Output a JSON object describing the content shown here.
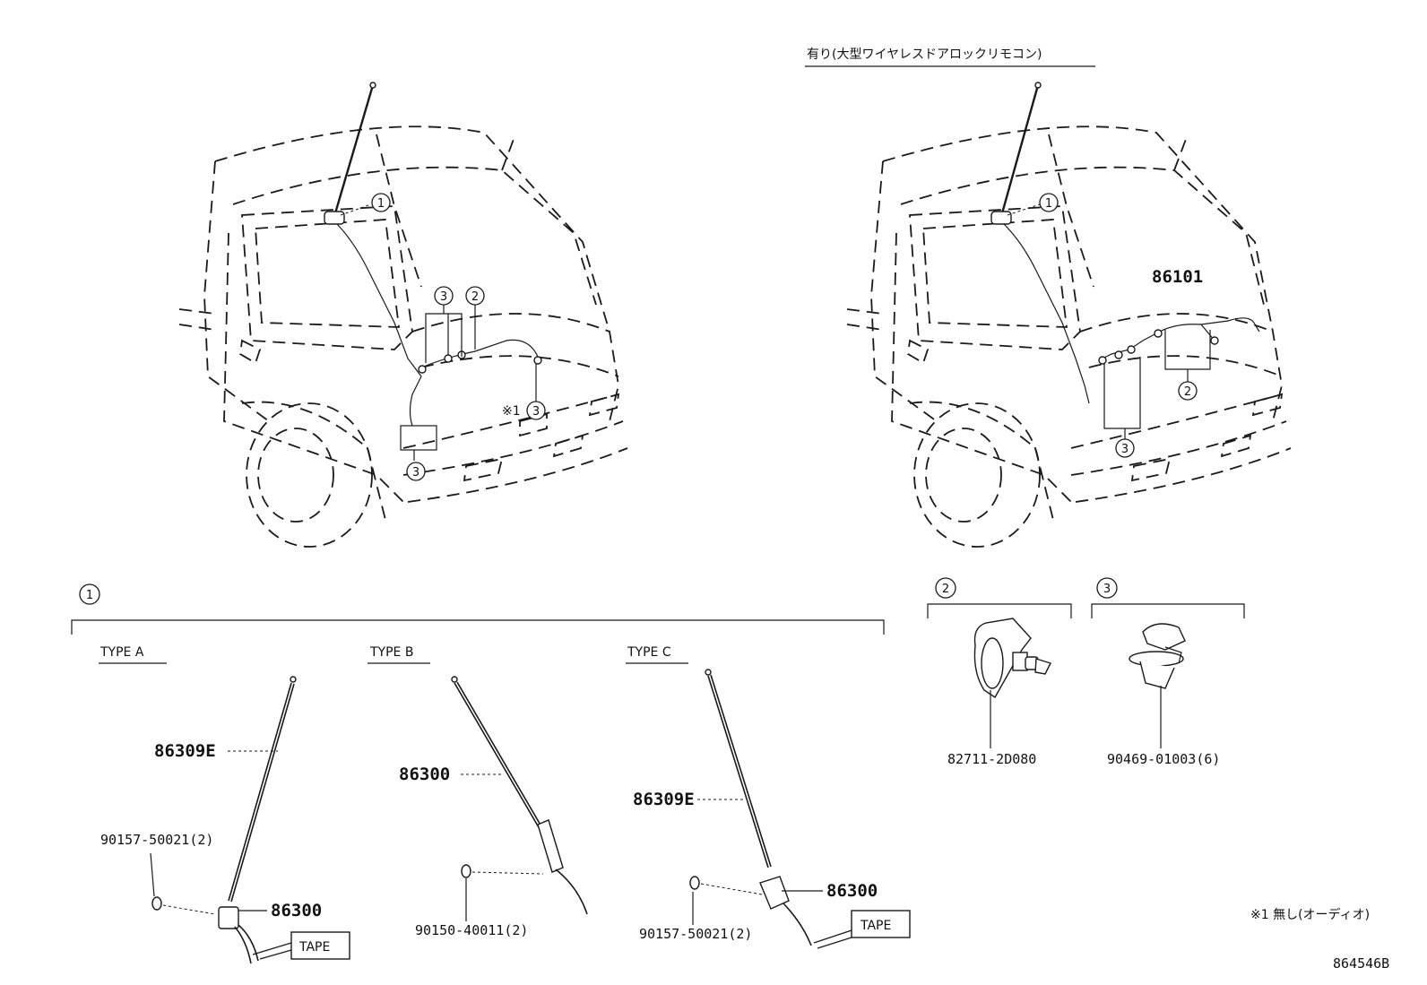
{
  "variant_heading": "有り(大型ワイヤレスドアロックリモコン)",
  "callouts": {
    "one": "1",
    "two": "2",
    "three": "3"
  },
  "note_marker": "※1",
  "types": {
    "a": "TYPE A",
    "b": "TYPE B",
    "c": "TYPE C"
  },
  "parts": {
    "harness": "86101",
    "clamp": "82711-2D080",
    "clip": "90469-01003(6)",
    "rod_a": "86309E",
    "base_a": "86300",
    "screw_a": "90157-50021(2)",
    "rod_b": "86300",
    "screw_b": "90150-40011(2)",
    "rod_c": "86309E",
    "base_c": "86300",
    "screw_c": "90157-50021(2)"
  },
  "tape_label": "TAPE",
  "footnote": "※1 無し(オーディオ)",
  "diagram_code": "864546B"
}
